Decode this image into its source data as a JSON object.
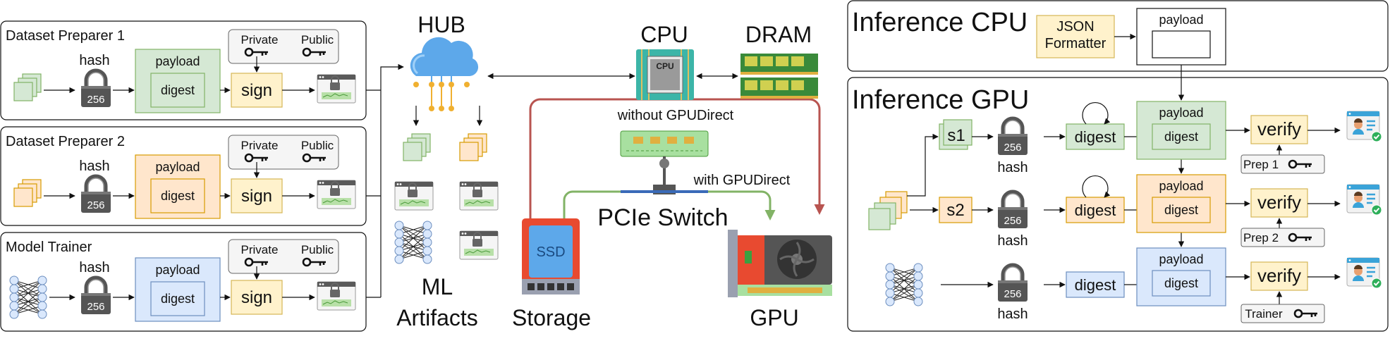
{
  "colors": {
    "green_fill": "#d5e8d4",
    "green_stroke": "#82b366",
    "orange_fill": "#ffe6cc",
    "orange_stroke": "#d79b00",
    "blue_fill": "#dae8fc",
    "blue_stroke": "#6c8ebf",
    "yellow_fill": "#fff2cc",
    "yellow_stroke": "#d6b656",
    "gray_fill": "#f5f5f5",
    "red_line": "#b85450",
    "green_line": "#82b366"
  },
  "left_panels": {
    "prep1": {
      "title": "Dataset Preparer 1",
      "hash": "hash",
      "lock": "256",
      "payload": "payload",
      "digest": "digest",
      "sign": "sign",
      "private": "Private",
      "public": "Public"
    },
    "prep2": {
      "title": "Dataset Preparer 2",
      "hash": "hash",
      "lock": "256",
      "payload": "payload",
      "digest": "digest",
      "sign": "sign",
      "private": "Private",
      "public": "Public"
    },
    "trainer": {
      "title": "Model Trainer",
      "hash": "hash",
      "lock": "256",
      "payload": "payload",
      "digest": "digest",
      "sign": "sign",
      "private": "Private",
      "public": "Public"
    }
  },
  "hub": {
    "title": "HUB",
    "artifacts_line1": "ML",
    "artifacts_line2": "Artifacts"
  },
  "hardware": {
    "cpu": "CPU",
    "cpu_chip": "CPU",
    "dram": "DRAM",
    "without_gpudirect": "without GPUDirect",
    "with_gpudirect": "with GPUDirect",
    "pcie_switch": "PCIe Switch",
    "ssd": "SSD",
    "storage": "Storage",
    "gpu": "GPU"
  },
  "inference_cpu": {
    "title": "Inference CPU",
    "json_line1": "JSON",
    "json_line2": "Formatter",
    "payload": "payload"
  },
  "inference_gpu": {
    "title": "Inference GPU",
    "s1": "s1",
    "s2": "s2",
    "hash": "hash",
    "lock": "256",
    "digest": "digest",
    "payload": "payload",
    "verify": "verify",
    "key1": "Prep 1",
    "key2": "Prep 2",
    "key3": "Trainer"
  }
}
